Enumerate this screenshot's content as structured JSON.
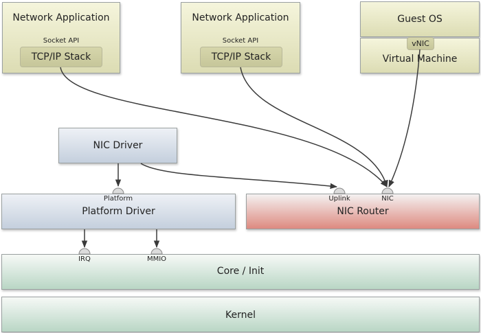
{
  "app1": {
    "title": "Network Application",
    "socket": "Socket API",
    "stack": "TCP/IP Stack"
  },
  "app2": {
    "title": "Network Application",
    "socket": "Socket API",
    "stack": "TCP/IP Stack"
  },
  "vm": {
    "guest": "Guest OS",
    "vnic": "vNIC",
    "title": "Virtual Machine"
  },
  "nic_driver": {
    "title": "NIC Driver"
  },
  "platform_driver": {
    "title": "Platform Driver",
    "session": "Platform"
  },
  "nic_router": {
    "title": "NIC Router",
    "uplink": "Uplink",
    "nic": "NIC"
  },
  "core": {
    "title": "Core / Init",
    "irq": "IRQ",
    "mmio": "MMIO"
  },
  "kernel": {
    "title": "Kernel"
  }
}
